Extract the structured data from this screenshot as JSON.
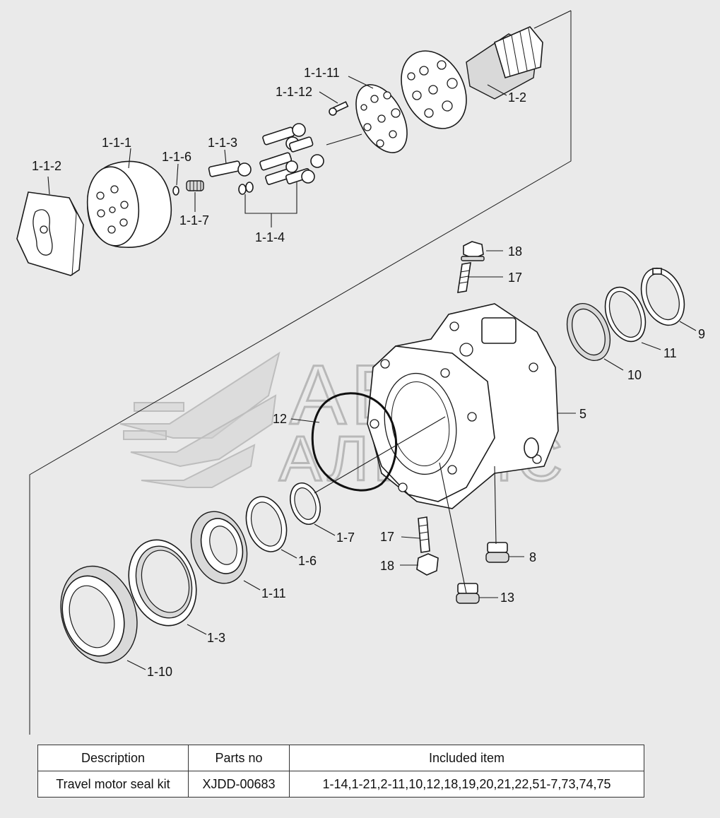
{
  "watermark": {
    "line1": "АВТО",
    "line2": "АЛЬЯНС"
  },
  "callouts": [
    {
      "id": "c-1-1-11",
      "text": "1-1-11"
    },
    {
      "id": "c-1-1-12",
      "text": "1-1-12"
    },
    {
      "id": "c-1-2",
      "text": "1-2"
    },
    {
      "id": "c-1-1-1",
      "text": "1-1-1"
    },
    {
      "id": "c-1-1-2",
      "text": "1-1-2"
    },
    {
      "id": "c-1-1-6",
      "text": "1-1-6"
    },
    {
      "id": "c-1-1-3",
      "text": "1-1-3"
    },
    {
      "id": "c-1-1-7",
      "text": "1-1-7"
    },
    {
      "id": "c-1-1-4",
      "text": "1-1-4"
    },
    {
      "id": "c-18a",
      "text": "18"
    },
    {
      "id": "c-17a",
      "text": "17"
    },
    {
      "id": "c-9",
      "text": "9"
    },
    {
      "id": "c-11",
      "text": "11"
    },
    {
      "id": "c-10",
      "text": "10"
    },
    {
      "id": "c-5",
      "text": "5"
    },
    {
      "id": "c-12",
      "text": "12"
    },
    {
      "id": "c-1-7",
      "text": "1-7"
    },
    {
      "id": "c-1-6",
      "text": "1-6"
    },
    {
      "id": "c-1-11",
      "text": "1-11"
    },
    {
      "id": "c-1-3",
      "text": "1-3"
    },
    {
      "id": "c-1-10",
      "text": "1-10"
    },
    {
      "id": "c-17b",
      "text": "17"
    },
    {
      "id": "c-18b",
      "text": "18"
    },
    {
      "id": "c-8",
      "text": "8"
    },
    {
      "id": "c-13",
      "text": "13"
    }
  ],
  "table": {
    "headers": [
      "Description",
      "Parts no",
      "Included item"
    ],
    "rows": [
      [
        "Travel motor seal kit",
        "XJDD-00683",
        "1-14,1-21,2-11,10,12,18,19,20,21,22,51-7,73,74,75"
      ]
    ]
  }
}
